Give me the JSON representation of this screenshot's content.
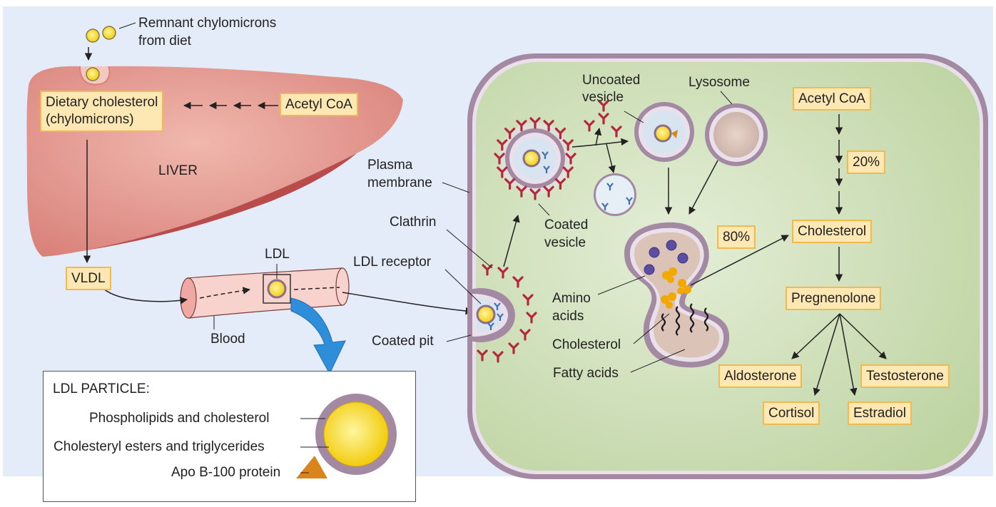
{
  "labels": {
    "remnant": "Remnant chylomicrons\nfrom diet",
    "dietary_cholesterol": "Dietary cholesterol\n(chylomicrons)",
    "acetyl_coa_liver": "Acetyl CoA",
    "liver": "LIVER",
    "vldl": "VLDL",
    "ldl": "LDL",
    "blood": "Blood",
    "plasma_membrane": "Plasma\nmembrane",
    "clathrin": "Clathrin",
    "ldl_receptor": "LDL receptor",
    "coated_pit": "Coated pit",
    "coated_vesicle": "Coated\nvesicle",
    "uncoated_vesicle": "Uncoated\nvesicle",
    "lysosome": "Lysosome",
    "amino_acids": "Amino\nacids",
    "cholesterol_lyso": "Cholesterol",
    "fatty_acids": "Fatty acids",
    "pct_80": "80%",
    "acetyl_coa_cell": "Acetyl CoA",
    "pct_20": "20%",
    "cholesterol_cell": "Cholesterol",
    "pregnenolone": "Pregnenolone",
    "aldosterone": "Aldosterone",
    "testosterone": "Testosterone",
    "cortisol": "Cortisol",
    "estradiol": "Estradiol"
  },
  "ldl_panel": {
    "title": "LDL PARTICLE:",
    "phospholipids": "Phospholipids and cholesterol",
    "esters": "Cholesteryl esters and triglycerides",
    "apo": "Apo B-100 protein"
  },
  "colors": {
    "background": "#e3ecf8",
    "liver": "#d9827a",
    "cell_interior": "#c7dcae",
    "membrane": "#a38aa2",
    "clathrin": "#b3283d",
    "box_fill": "#fde7b2",
    "box_border": "#f1b94f",
    "lipid_core": "#f5d300",
    "apo_protein": "#d9851c",
    "arrow_blue": "#2f8ed9"
  }
}
